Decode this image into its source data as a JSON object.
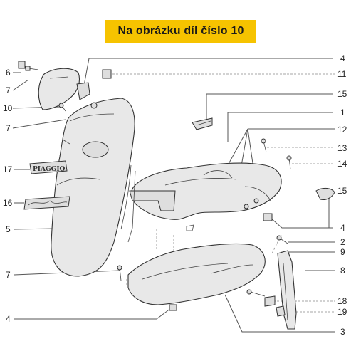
{
  "banner": {
    "text": "Na obrázku díl číslo 10",
    "color": "#f6c300"
  },
  "labels": {
    "l4a": "4",
    "l11": "11",
    "l15a": "15",
    "l1": "1",
    "l12": "12",
    "l13": "13",
    "l14": "14",
    "l15b": "15",
    "l4b": "4",
    "l2": "2",
    "l9": "9",
    "l8": "8",
    "l18": "18",
    "l19": "19",
    "l3": "3",
    "l6": "6",
    "l7a": "7",
    "l10": "10",
    "l7b": "7",
    "l17": "17",
    "l16": "16",
    "l5": "5",
    "l7c": "7",
    "l4c": "4"
  },
  "logo": {
    "piaggio": "PIAGGIO"
  }
}
